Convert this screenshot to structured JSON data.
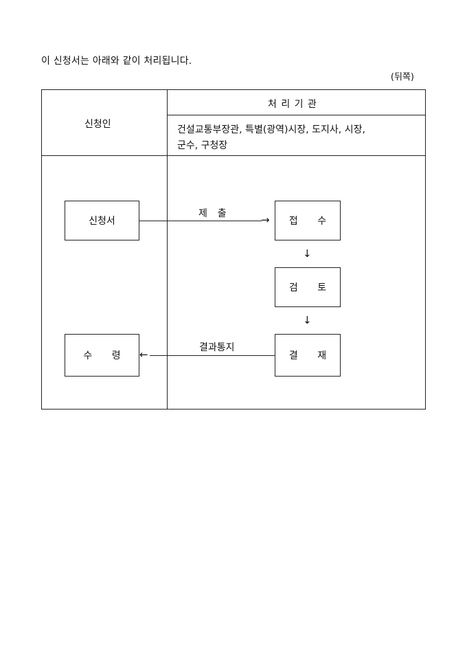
{
  "intro": "이 신청서는 아래와 같이 처리됩니다.",
  "page_note": "(뒤쪽)",
  "table": {
    "applicant_header": "신청인",
    "agency_header": "처 리 기 관",
    "agency_line1": "건설교통부장관, 특별(광역)시장, 도지사, 시장,",
    "agency_line2": "군수, 구청장"
  },
  "flow": {
    "application": "신청서",
    "submit_label": "제  출",
    "receipt": "접 수",
    "review": "검 토",
    "approval": "결 재",
    "notify_label": "결과통지",
    "receive": "수 령",
    "right_arrow": "→",
    "left_arrow": "←",
    "down_arrow": "↓"
  }
}
